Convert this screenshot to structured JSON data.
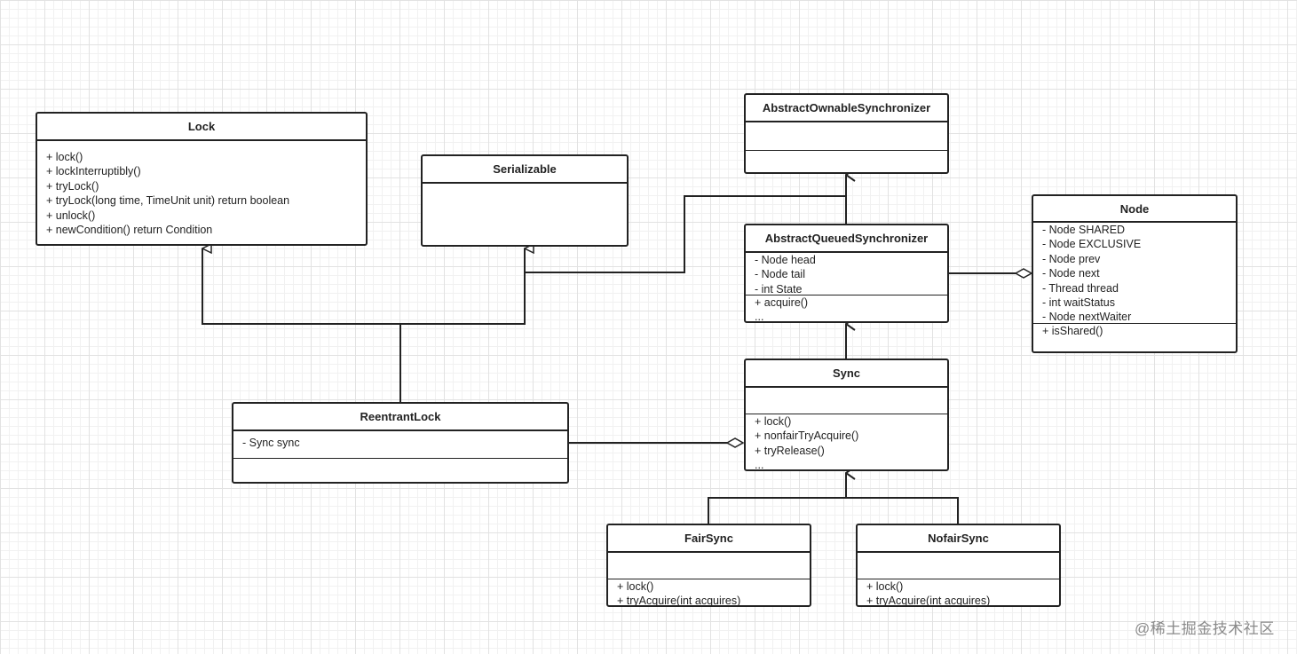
{
  "classes": {
    "lock": {
      "name": "Lock",
      "attributes": [],
      "operations": [
        "+ lock()",
        "+ lockInterruptibly()",
        "+ tryLock()",
        "+ tryLock(long time, TimeUnit unit)  return boolean",
        "+ unlock()",
        "+ newCondition()  return Condition"
      ]
    },
    "serializable": {
      "name": "Serializable",
      "attributes": [],
      "operations": []
    },
    "aos": {
      "name": "AbstractOwnableSynchronizer",
      "attributes": [],
      "operations": []
    },
    "aqs": {
      "name": "AbstractQueuedSynchronizer",
      "attributes": [
        "- Node head",
        "- Node tail",
        "- int State"
      ],
      "operations": [
        "+ acquire()",
        "..."
      ]
    },
    "node": {
      "name": "Node",
      "attributes": [
        "- Node SHARED",
        "- Node EXCLUSIVE",
        "- Node prev",
        "- Node next",
        "- Thread thread",
        "- int waitStatus",
        "- Node nextWaiter"
      ],
      "operations": [
        "+ isShared()"
      ]
    },
    "sync": {
      "name": "Sync",
      "attributes": [],
      "operations": [
        "+ lock()",
        "+ nonfairTryAcquire()",
        "+ tryRelease()",
        "..."
      ]
    },
    "reentrantlock": {
      "name": "ReentrantLock",
      "attributes": [
        "- Sync sync"
      ],
      "operations": []
    },
    "fairsync": {
      "name": "FairSync",
      "attributes": [],
      "operations": [
        "+ lock()",
        "+ tryAcquire(int acquires)"
      ]
    },
    "nofairsync": {
      "name": "NofairSync",
      "attributes": [],
      "operations": [
        "+ lock()",
        "+ tryAcquire(int acquires)"
      ]
    }
  },
  "watermark": "@稀土掘金技术社区",
  "colors": {
    "line": "#222222",
    "grid": "#e2e2e2",
    "watermark": "#8a8a8a"
  }
}
